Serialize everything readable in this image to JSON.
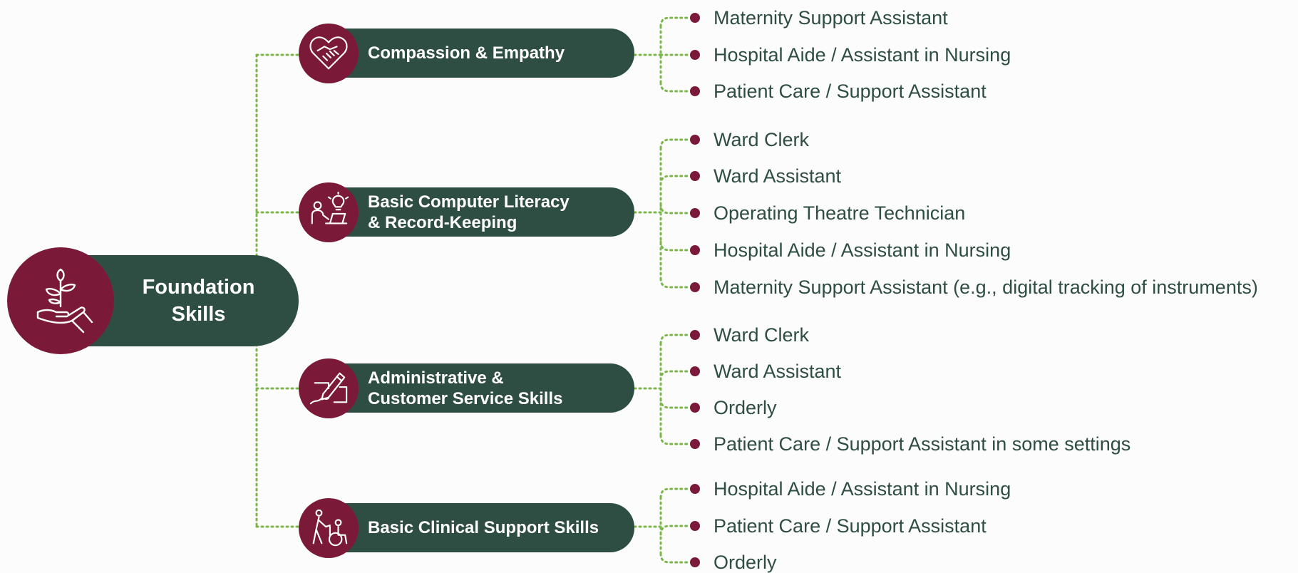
{
  "root": {
    "label_lines": [
      "Foundation",
      "Skills"
    ],
    "icon": "hand-sprout-icon"
  },
  "branches": [
    {
      "label_lines": [
        "Compassion & Empathy"
      ],
      "icon": "heart-handshake-icon",
      "roles": [
        "Maternity Support Assistant",
        "Hospital Aide / Assistant in Nursing",
        "Patient Care / Support Assistant"
      ]
    },
    {
      "label_lines": [
        "Basic Computer Literacy",
        "& Record-Keeping"
      ],
      "icon": "person-laptop-idea-icon",
      "roles": [
        "Ward Clerk",
        "Ward Assistant",
        "Operating Theatre Technician",
        "Hospital Aide / Assistant in Nursing",
        "Maternity Support Assistant (e.g., digital tracking of instruments)"
      ]
    },
    {
      "label_lines": [
        "Administrative &",
        "Customer Service Skills"
      ],
      "icon": "hand-writing-icon",
      "roles": [
        "Ward Clerk",
        "Ward Assistant",
        "Orderly",
        "Patient Care / Support Assistant in some settings"
      ]
    },
    {
      "label_lines": [
        "Basic Clinical Support Skills"
      ],
      "icon": "wheelchair-assist-icon",
      "roles": [
        "Hospital Aide / Assistant in Nursing",
        "Patient Care / Support Assistant",
        "Orderly"
      ]
    }
  ],
  "colors": {
    "pill": "#2e4d43",
    "circle": "#7b1a38",
    "connector": "#7ab648",
    "bullet": "#7b1a38",
    "role_text": "#2e4d43"
  }
}
